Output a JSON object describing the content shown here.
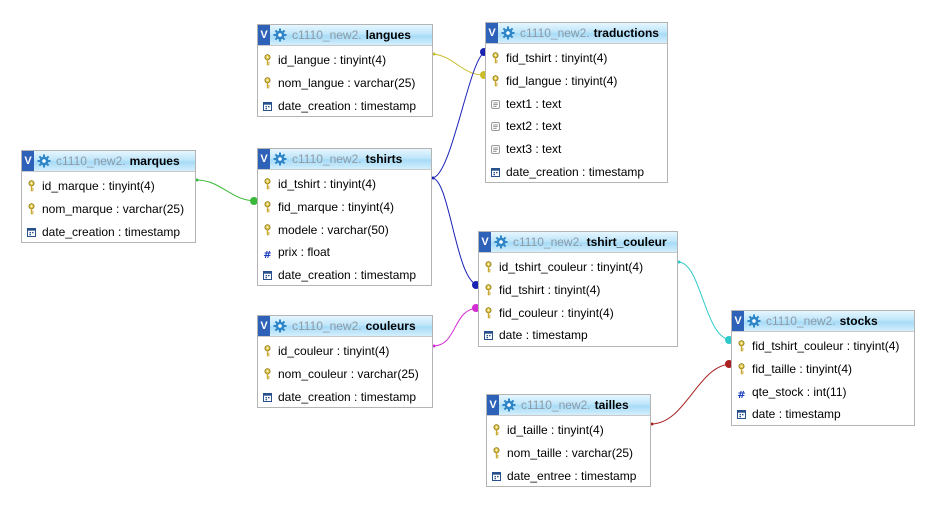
{
  "colors": {
    "header_gradient_mid": "#a6dbf7",
    "toggle_blue": "#2d62b8",
    "db_prefix_gray": "#8c9aa6",
    "rel_langues_traductions": "#c9bd2a",
    "rel_tshirts_traductions": "#1a22b4",
    "rel_tshirts_tshirt_couleur": "#1a22b4",
    "rel_marques_tshirts": "#3ab83a",
    "rel_couleurs_tshirt_couleur": "#d42cd4",
    "rel_tshirt_couleur_stocks": "#2ec9c9",
    "rel_tailles_stocks": "#a82020"
  },
  "icons": {
    "toggle": "collapse-toggle-icon",
    "gear": "gear-icon",
    "key": "key-icon",
    "date": "date-icon",
    "text": "text-icon",
    "number": "number-icon"
  },
  "tables": {
    "langues": {
      "db": "c1110_new2.",
      "name": "langues",
      "toggle": "V",
      "columns": [
        {
          "icon": "key",
          "label": "id_langue : tinyint(4)"
        },
        {
          "icon": "key",
          "label": "nom_langue : varchar(25)"
        },
        {
          "icon": "date",
          "label": "date_creation : timestamp"
        }
      ]
    },
    "traductions": {
      "db": "c1110_new2.",
      "name": "traductions",
      "toggle": "V",
      "columns": [
        {
          "icon": "key",
          "label": "fid_tshirt : tinyint(4)"
        },
        {
          "icon": "key",
          "label": "fid_langue : tinyint(4)"
        },
        {
          "icon": "text",
          "label": "text1 : text"
        },
        {
          "icon": "text",
          "label": "text2 : text"
        },
        {
          "icon": "text",
          "label": "text3 : text"
        },
        {
          "icon": "date",
          "label": "date_creation : timestamp"
        }
      ]
    },
    "marques": {
      "db": "c1110_new2.",
      "name": "marques",
      "toggle": "V",
      "columns": [
        {
          "icon": "key",
          "label": "id_marque : tinyint(4)"
        },
        {
          "icon": "key",
          "label": "nom_marque : varchar(25)"
        },
        {
          "icon": "date",
          "label": "date_creation : timestamp"
        }
      ]
    },
    "tshirts": {
      "db": "c1110_new2.",
      "name": "tshirts",
      "toggle": "V",
      "columns": [
        {
          "icon": "key",
          "label": "id_tshirt : tinyint(4)"
        },
        {
          "icon": "key",
          "label": "fid_marque : tinyint(4)"
        },
        {
          "icon": "key",
          "label": "modele : varchar(50)"
        },
        {
          "icon": "number",
          "label": "prix : float"
        },
        {
          "icon": "date",
          "label": "date_creation : timestamp"
        }
      ]
    },
    "tshirt_couleur": {
      "db": "c1110_new2.",
      "name": "tshirt_couleur",
      "toggle": "V",
      "columns": [
        {
          "icon": "key",
          "label": "id_tshirt_couleur : tinyint(4)"
        },
        {
          "icon": "key",
          "label": "fid_tshirt : tinyint(4)"
        },
        {
          "icon": "key",
          "label": "fid_couleur : tinyint(4)"
        },
        {
          "icon": "date",
          "label": "date : timestamp"
        }
      ]
    },
    "couleurs": {
      "db": "c1110_new2.",
      "name": "couleurs",
      "toggle": "V",
      "columns": [
        {
          "icon": "key",
          "label": "id_couleur : tinyint(4)"
        },
        {
          "icon": "key",
          "label": "nom_couleur : varchar(25)"
        },
        {
          "icon": "date",
          "label": "date_creation : timestamp"
        }
      ]
    },
    "stocks": {
      "db": "c1110_new2.",
      "name": "stocks",
      "toggle": "V",
      "columns": [
        {
          "icon": "key",
          "label": "fid_tshirt_couleur : tinyint(4)"
        },
        {
          "icon": "key",
          "label": "fid_taille : tinyint(4)"
        },
        {
          "icon": "number",
          "label": "qte_stock : int(11)"
        },
        {
          "icon": "date",
          "label": "date : timestamp"
        }
      ]
    },
    "tailles": {
      "db": "c1110_new2.",
      "name": "tailles",
      "toggle": "V",
      "columns": [
        {
          "icon": "key",
          "label": "id_taille : tinyint(4)"
        },
        {
          "icon": "key",
          "label": "nom_taille : varchar(25)"
        },
        {
          "icon": "date",
          "label": "date_entree : timestamp"
        }
      ]
    }
  },
  "relations": [
    {
      "from": "langues.id_langue",
      "to": "traductions.fid_langue"
    },
    {
      "from": "tshirts.id_tshirt",
      "to": "traductions.fid_tshirt"
    },
    {
      "from": "tshirts.id_tshirt",
      "to": "tshirt_couleur.fid_tshirt"
    },
    {
      "from": "marques.id_marque",
      "to": "tshirts.fid_marque"
    },
    {
      "from": "couleurs.id_couleur",
      "to": "tshirt_couleur.fid_couleur"
    },
    {
      "from": "tshirt_couleur.id_tshirt_couleur",
      "to": "stocks.fid_tshirt_couleur"
    },
    {
      "from": "tailles.id_taille",
      "to": "stocks.fid_taille"
    }
  ]
}
